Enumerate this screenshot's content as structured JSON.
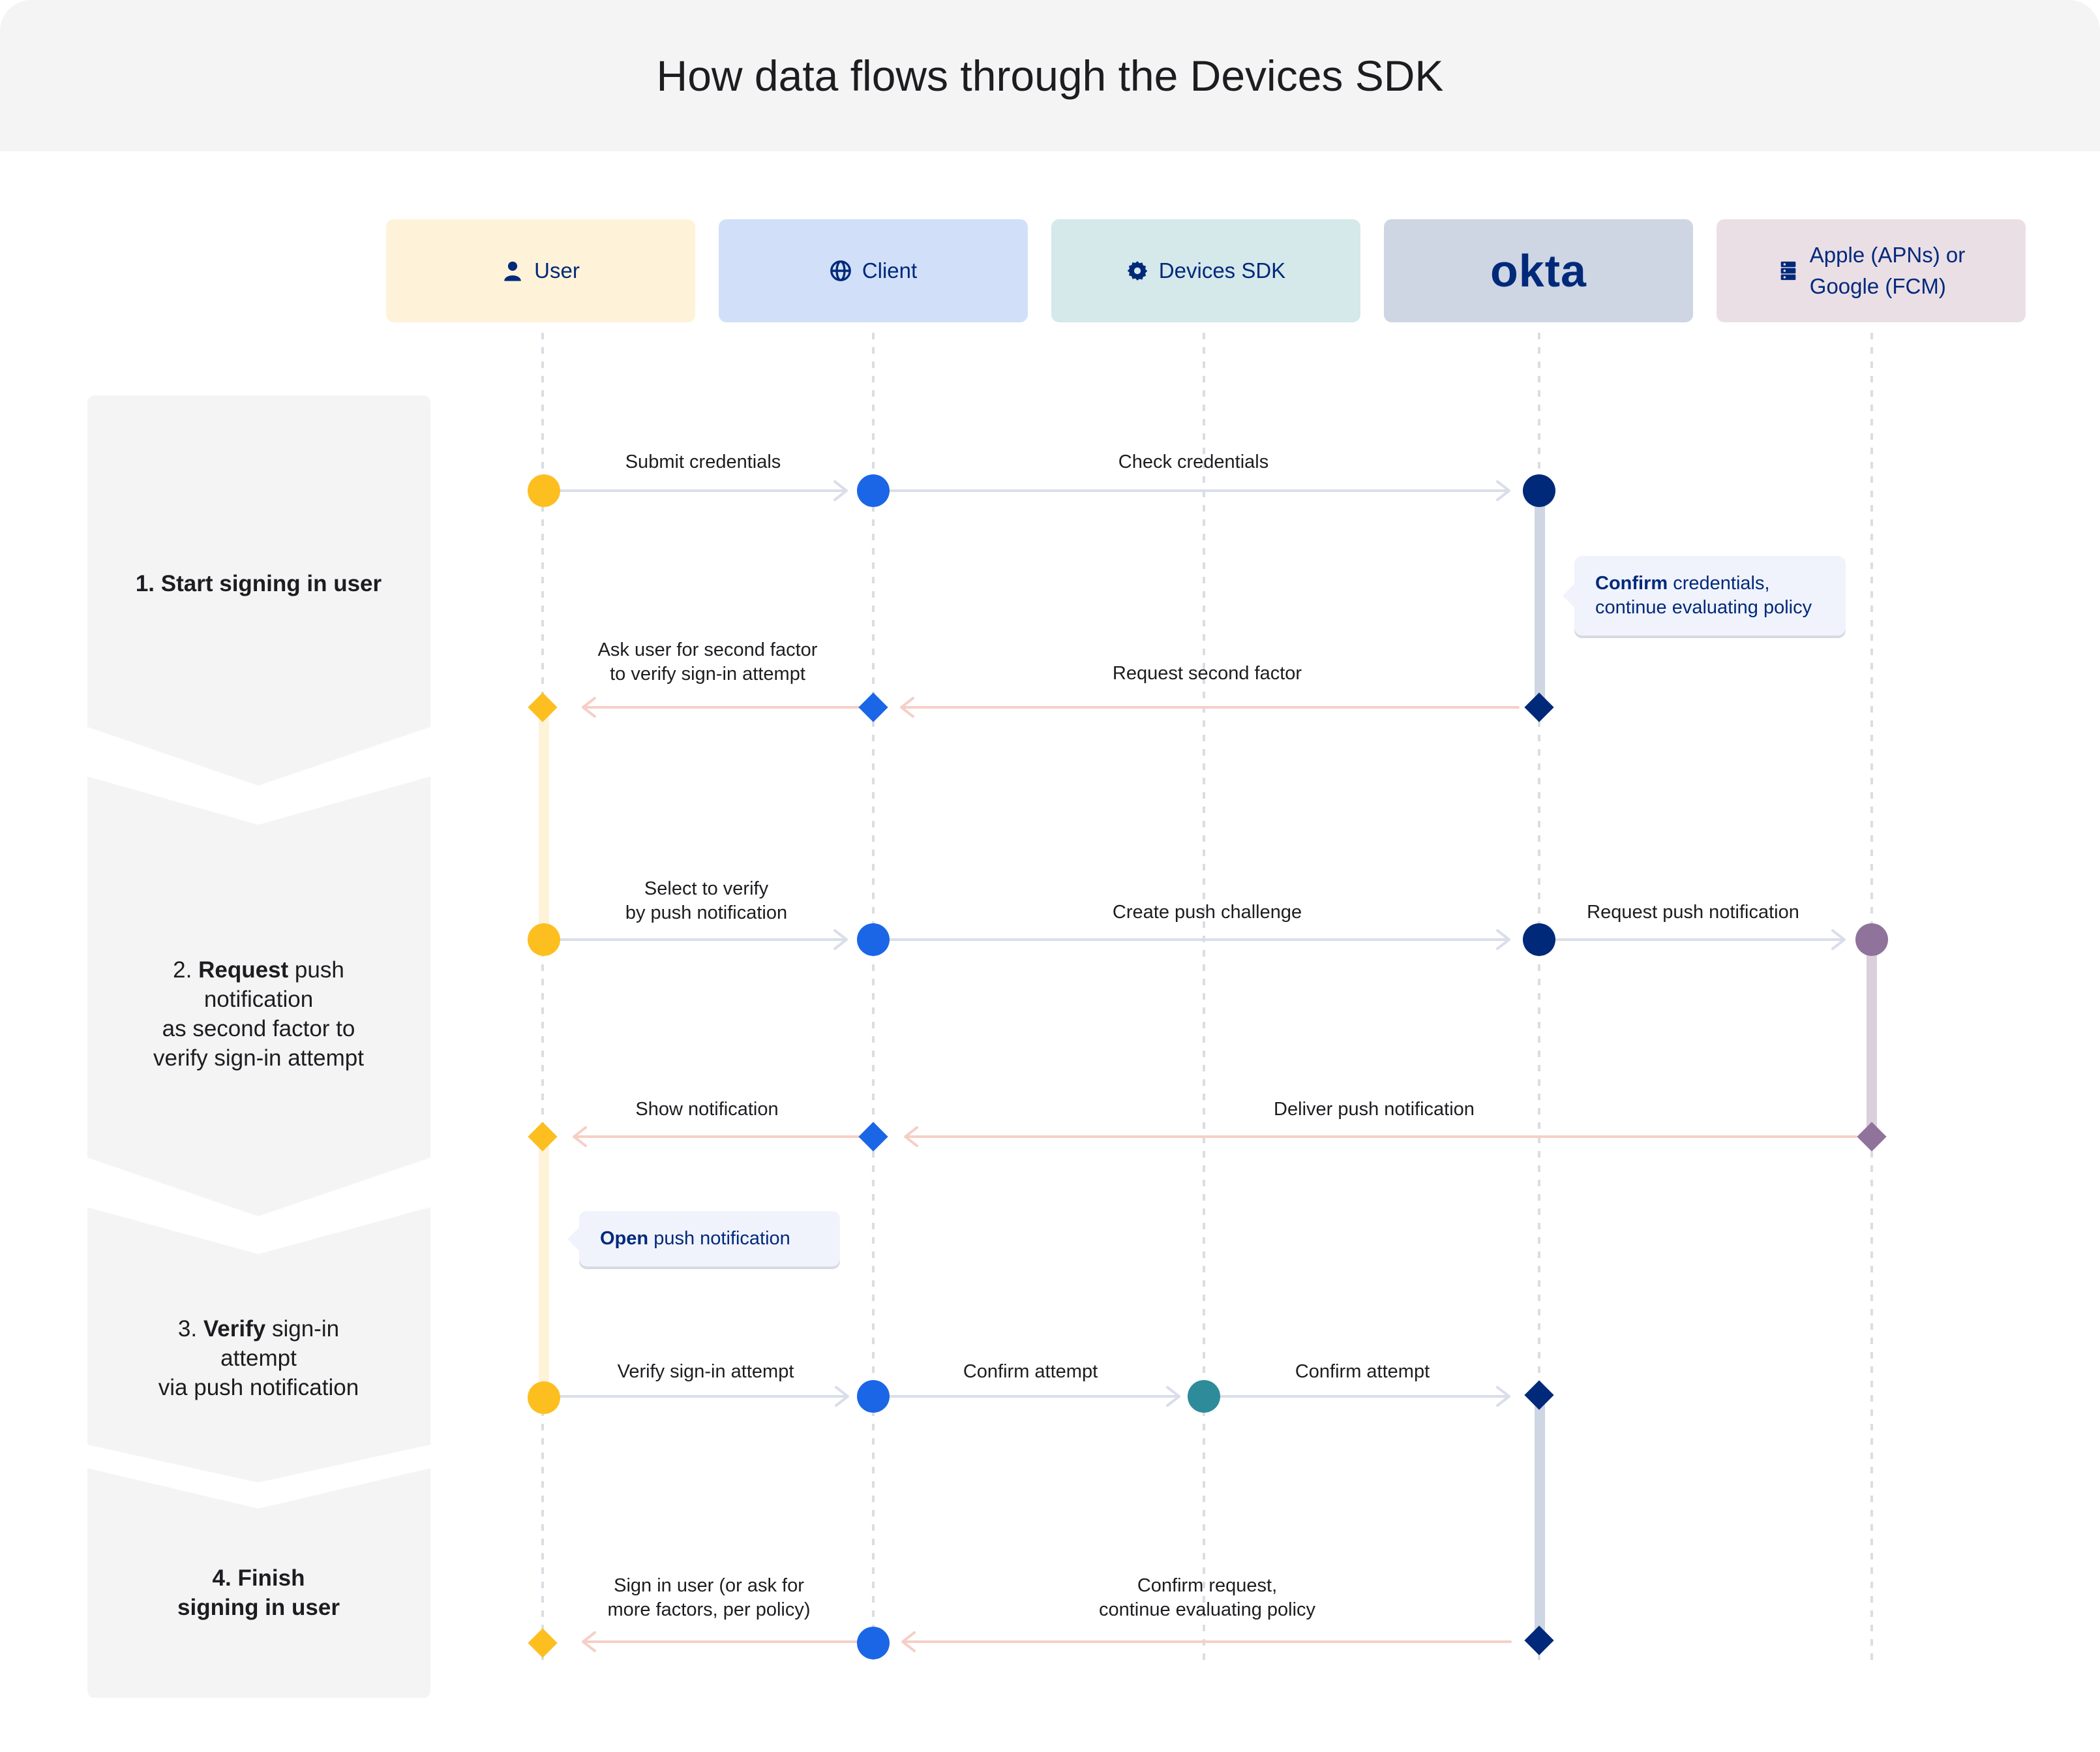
{
  "title": "How data flows through the Devices SDK",
  "actors": {
    "user": {
      "label": "User",
      "icon": "person-icon",
      "color": "#fef2d9"
    },
    "client": {
      "label": "Client",
      "icon": "globe-icon",
      "color": "#d1e0f8"
    },
    "sdk": {
      "label": "Devices SDK",
      "icon": "gear-icon",
      "color": "#d5e8ea"
    },
    "okta": {
      "label": "okta",
      "icon": "okta-logo",
      "color": "#ced5e3"
    },
    "apns": {
      "label_line1": "Apple (APNs) or",
      "label_line2": "Google (FCM)",
      "icon": "server-icon",
      "color": "#ebdfe6"
    }
  },
  "steps": [
    {
      "num": "1.",
      "bold": "Start signing in user",
      "rest": ""
    },
    {
      "num": "2.",
      "bold": "Request",
      "rest_line1": "push",
      "rest_line2": "notification",
      "rest_line3": "as second factor to",
      "rest_line4": "verify sign-in attempt"
    },
    {
      "num": "3.",
      "bold": "Verify",
      "rest_line1": "sign-in",
      "rest_line2": "attempt",
      "rest_line3": "via push notification"
    },
    {
      "num": "4.",
      "bold_line1": "Finish",
      "bold_line2": "signing in user"
    }
  ],
  "messages": {
    "submit_credentials": "Submit credentials",
    "check_credentials": "Check credentials",
    "ask_second_factor_line1": "Ask user for second factor",
    "ask_second_factor_line2": "to verify sign-in attempt",
    "request_second_factor": "Request second factor",
    "select_verify_line1": "Select to verify",
    "select_verify_line2": "by push notification",
    "create_push_challenge": "Create push challenge",
    "request_push_notification": "Request push notification",
    "show_notification": "Show notification",
    "deliver_push_notification": "Deliver push notification",
    "verify_attempt": "Verify sign-in attempt",
    "confirm_attempt_1": "Confirm attempt",
    "confirm_attempt_2": "Confirm attempt",
    "sign_in_user_line1": "Sign in user (or ask for",
    "sign_in_user_line2": "more factors, per policy)",
    "confirm_request_line1": "Confirm request,",
    "confirm_request_line2": "continue evaluating policy"
  },
  "notes": {
    "confirm_bold": "Confirm",
    "confirm_rest_line1": "credentials,",
    "confirm_rest_line2": "continue evaluating policy",
    "open_bold": "Open",
    "open_rest": "push notification"
  },
  "colors": {
    "user": "#fcbf1f",
    "client": "#1a66e6",
    "sdk": "#2e8b9a",
    "okta": "#00297a",
    "apns": "#8f739b",
    "forward_arrow": "#d9deea",
    "return_arrow": "#f5cfc6"
  }
}
